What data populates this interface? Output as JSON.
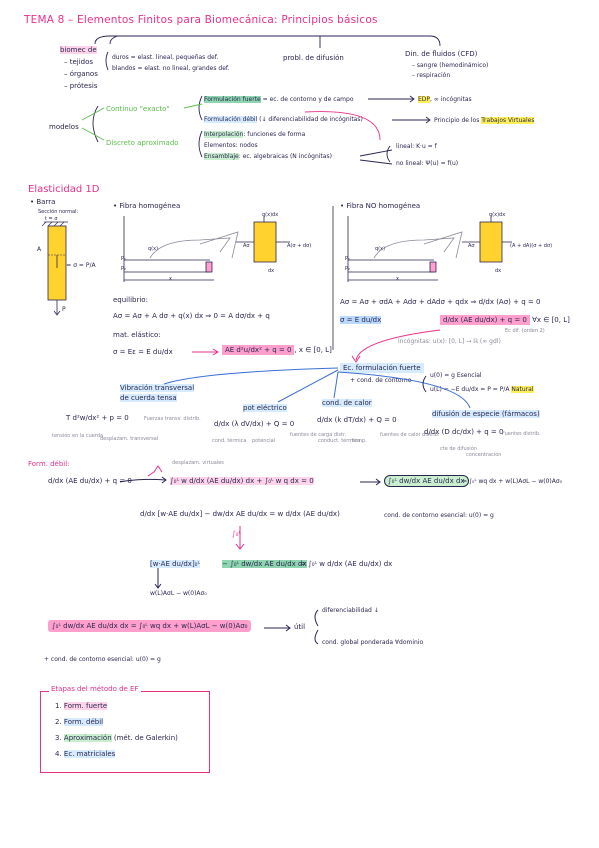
{
  "title": "TEMA 8 – Elementos Finitos para Biomecánica: Principios básicos",
  "top": {
    "biomec": "biomec de",
    "biomec_items": [
      "– tejidos",
      "– órganos",
      "– prótesis"
    ],
    "duros": "duros = elast. lineal, pequeñas def.",
    "blandos": "blandos = elast. no lineal, grandes def.",
    "prob_difusion": "probl. de difusión",
    "din_fluidos": "Din. de fluidos (CFD)",
    "fluid_items": [
      "– sangre (hemodinámico)",
      "– respiración"
    ],
    "modelos": "modelos",
    "continuo": "Continuo \"exacto\"",
    "discreto": "Discreto aproximado",
    "form_fuerte": "Formulación fuerte",
    "form_fuerte_rest": " = ec. de contorno y de campo",
    "edp": "EDP, ∞ incógnitas",
    "form_debil": "Formulación débil",
    "form_debil_rest": " (↓ diferenciabilidad de incógnitas)",
    "principio": "Principio de los",
    "trabajos": "Trabajos Virtuales",
    "interpolacion": "Interpolación",
    "interpolacion_rest": ": funciones de forma",
    "elementos": "Elementos",
    "elementos_rest": ": nodos",
    "ensamblaje": "Ensamblaje",
    "ensamblaje_rest": ": ec. algebraicas (N incógnitas)",
    "lineal": "lineal: K·u = f",
    "no_lineal": "no lineal: Ψ(u) = f(u)"
  },
  "elasticidad": {
    "heading": "Elasticidad 1D",
    "barra": "• Barra",
    "seccion": "Sección normal:",
    "t_sigma_small": "t = σ",
    "label_A": "A",
    "label_P": "P",
    "t_formula": "t = σ = P/A",
    "fibra_homog": "• Fibra homogénea",
    "fibra_no_homog": "• Fibra NO homogénea",
    "qx": "q(x)",
    "qxdx": "q(x)dx",
    "Asigma": "Aσ",
    "Asigma_dsigma": "A(σ + dσ)",
    "AdA": "(A + dA)(σ + dσ)",
    "dx": "dx",
    "x": "x",
    "P1": "P₁",
    "P2": "P₂",
    "equilibrio": "equilibrio:",
    "eq1": "Aσ = Aσ + A dσ + q(x) dx  ⇒  0 = A dσ/dx + q",
    "mat_elastico": "mat. elástico:",
    "eq2_left": "σ = Eε = E du/dx",
    "eq2_box": "AE d²u/dx² + q = 0",
    "eq2_right": ", x ∈ [0, L]",
    "eq_nh1": "Aσ = Aσ + σdA + Adσ + dAdσ + qdx  ⇒  d/dx (Aσ) + q = 0",
    "eq_nh2_left": "σ = E du/dx",
    "eq_nh2_box": "d/dx (AE du/dx) + q = 0",
    "eq_nh2_right": " ∀x ∈ [0, L]",
    "ec_dif": "Ec dif. (orden 2)",
    "incognitas": "incógnitas: u(x): [0, L] → ℝ  (∞ gdl)"
  },
  "fuerte": {
    "label": "Ec. formulación fuerte",
    "cond": "+ cond. de contorno",
    "esencial": "u(0) = g  Esencial",
    "natural_left": "u(L) = −E du/dx = P = P/A",
    "natural": "Natural",
    "vib": "Vibración transversal",
    "cuerda": "de cuerda tensa",
    "vib_eq": "T d²w/dx² + p = 0",
    "vib_note": "Fuerzas transv. distrib.",
    "tension": "tensión en la cuerda",
    "desplaz": "desplazam. transversal",
    "pot": "pot eléctrico",
    "pot_eq": "d/dx (λ dV/dx) + Q = 0",
    "cond_term": "cond. térmica",
    "potencial": "potencial",
    "fuentes_carga": "fuentes de carga distr.",
    "calor": "cond. de calor",
    "calor_eq": "d/dx (k dT/dx) + Q = 0",
    "conduct": "conduct. térmica",
    "temp": "temp.",
    "fuentes_calor": "fuentes de calor distrib.",
    "difusion": "difusión de especie (fármacos)",
    "dif_eq": "d/dx (D dc/dx) + q = 0",
    "fuentes_dist": "Fuentes distrib.",
    "cte_dif": "cte de difusión",
    "concentracion": "concentración"
  },
  "debil": {
    "label": "Form. débil:",
    "desplaz_virt": "desplazam. virtuales",
    "eq1": "d/dx (AE du/dx) + q = 0",
    "eq1_int": "∫₀ᴸ w d/dx (AE du/dx) dx + ∫₀ᴸ w q dx = 0",
    "eq1_box": "∫₀ᴸ dw/dx AE du/dx dx",
    "eq1_rhs": "= ∫₀ᴸ wq dx + w(L)AσL − w(0)Aσ₀",
    "eq2": "d/dx [w·AE du/dx] − dw/dx AE du/dx = w d/dx (AE du/dx)",
    "ess_cond": "cond. de contorno esencial: u(0) = g",
    "int_label": "∫₀ᴸ",
    "eq3_left": "[w·AE du/dx]₀ᴸ",
    "eq3_mid": "− ∫₀ᴸ dw/dx AE du/dx dx",
    "eq3_right": "= ∫₀ᴸ w d/dx (AE du/dx) dx",
    "eq3_bottom": "w(L)AσL − w(0)Aσ₀",
    "final": "∫₀ᴸ dw/dx AE du/dx dx = ∫₀ᴸ wq dx + w(L)AσL − w(0)Aσ₀",
    "util": "útil",
    "dif_down": "diferenciabilidad ↓",
    "cond_global": "cond. global ponderada ∀dominio",
    "ess_final": "+ cond. de contorno esencial: u(0) = g"
  },
  "etapas": {
    "title": "Etapas del método de EF",
    "items": [
      {
        "num": "1.",
        "label": "Form. fuerte",
        "rest": ""
      },
      {
        "num": "2.",
        "label": "Form. débil",
        "rest": ""
      },
      {
        "num": "3.",
        "label": "Aproximación",
        "rest": " (mét. de Galerkin)"
      },
      {
        "num": "4.",
        "label": "Ec. matriciales",
        "rest": ""
      }
    ]
  },
  "colors": {
    "pink": "#e8308a",
    "navy": "#2a2650",
    "green": "#5cc04a",
    "blue": "#3b6fd6",
    "yellow": "#fff05a"
  }
}
